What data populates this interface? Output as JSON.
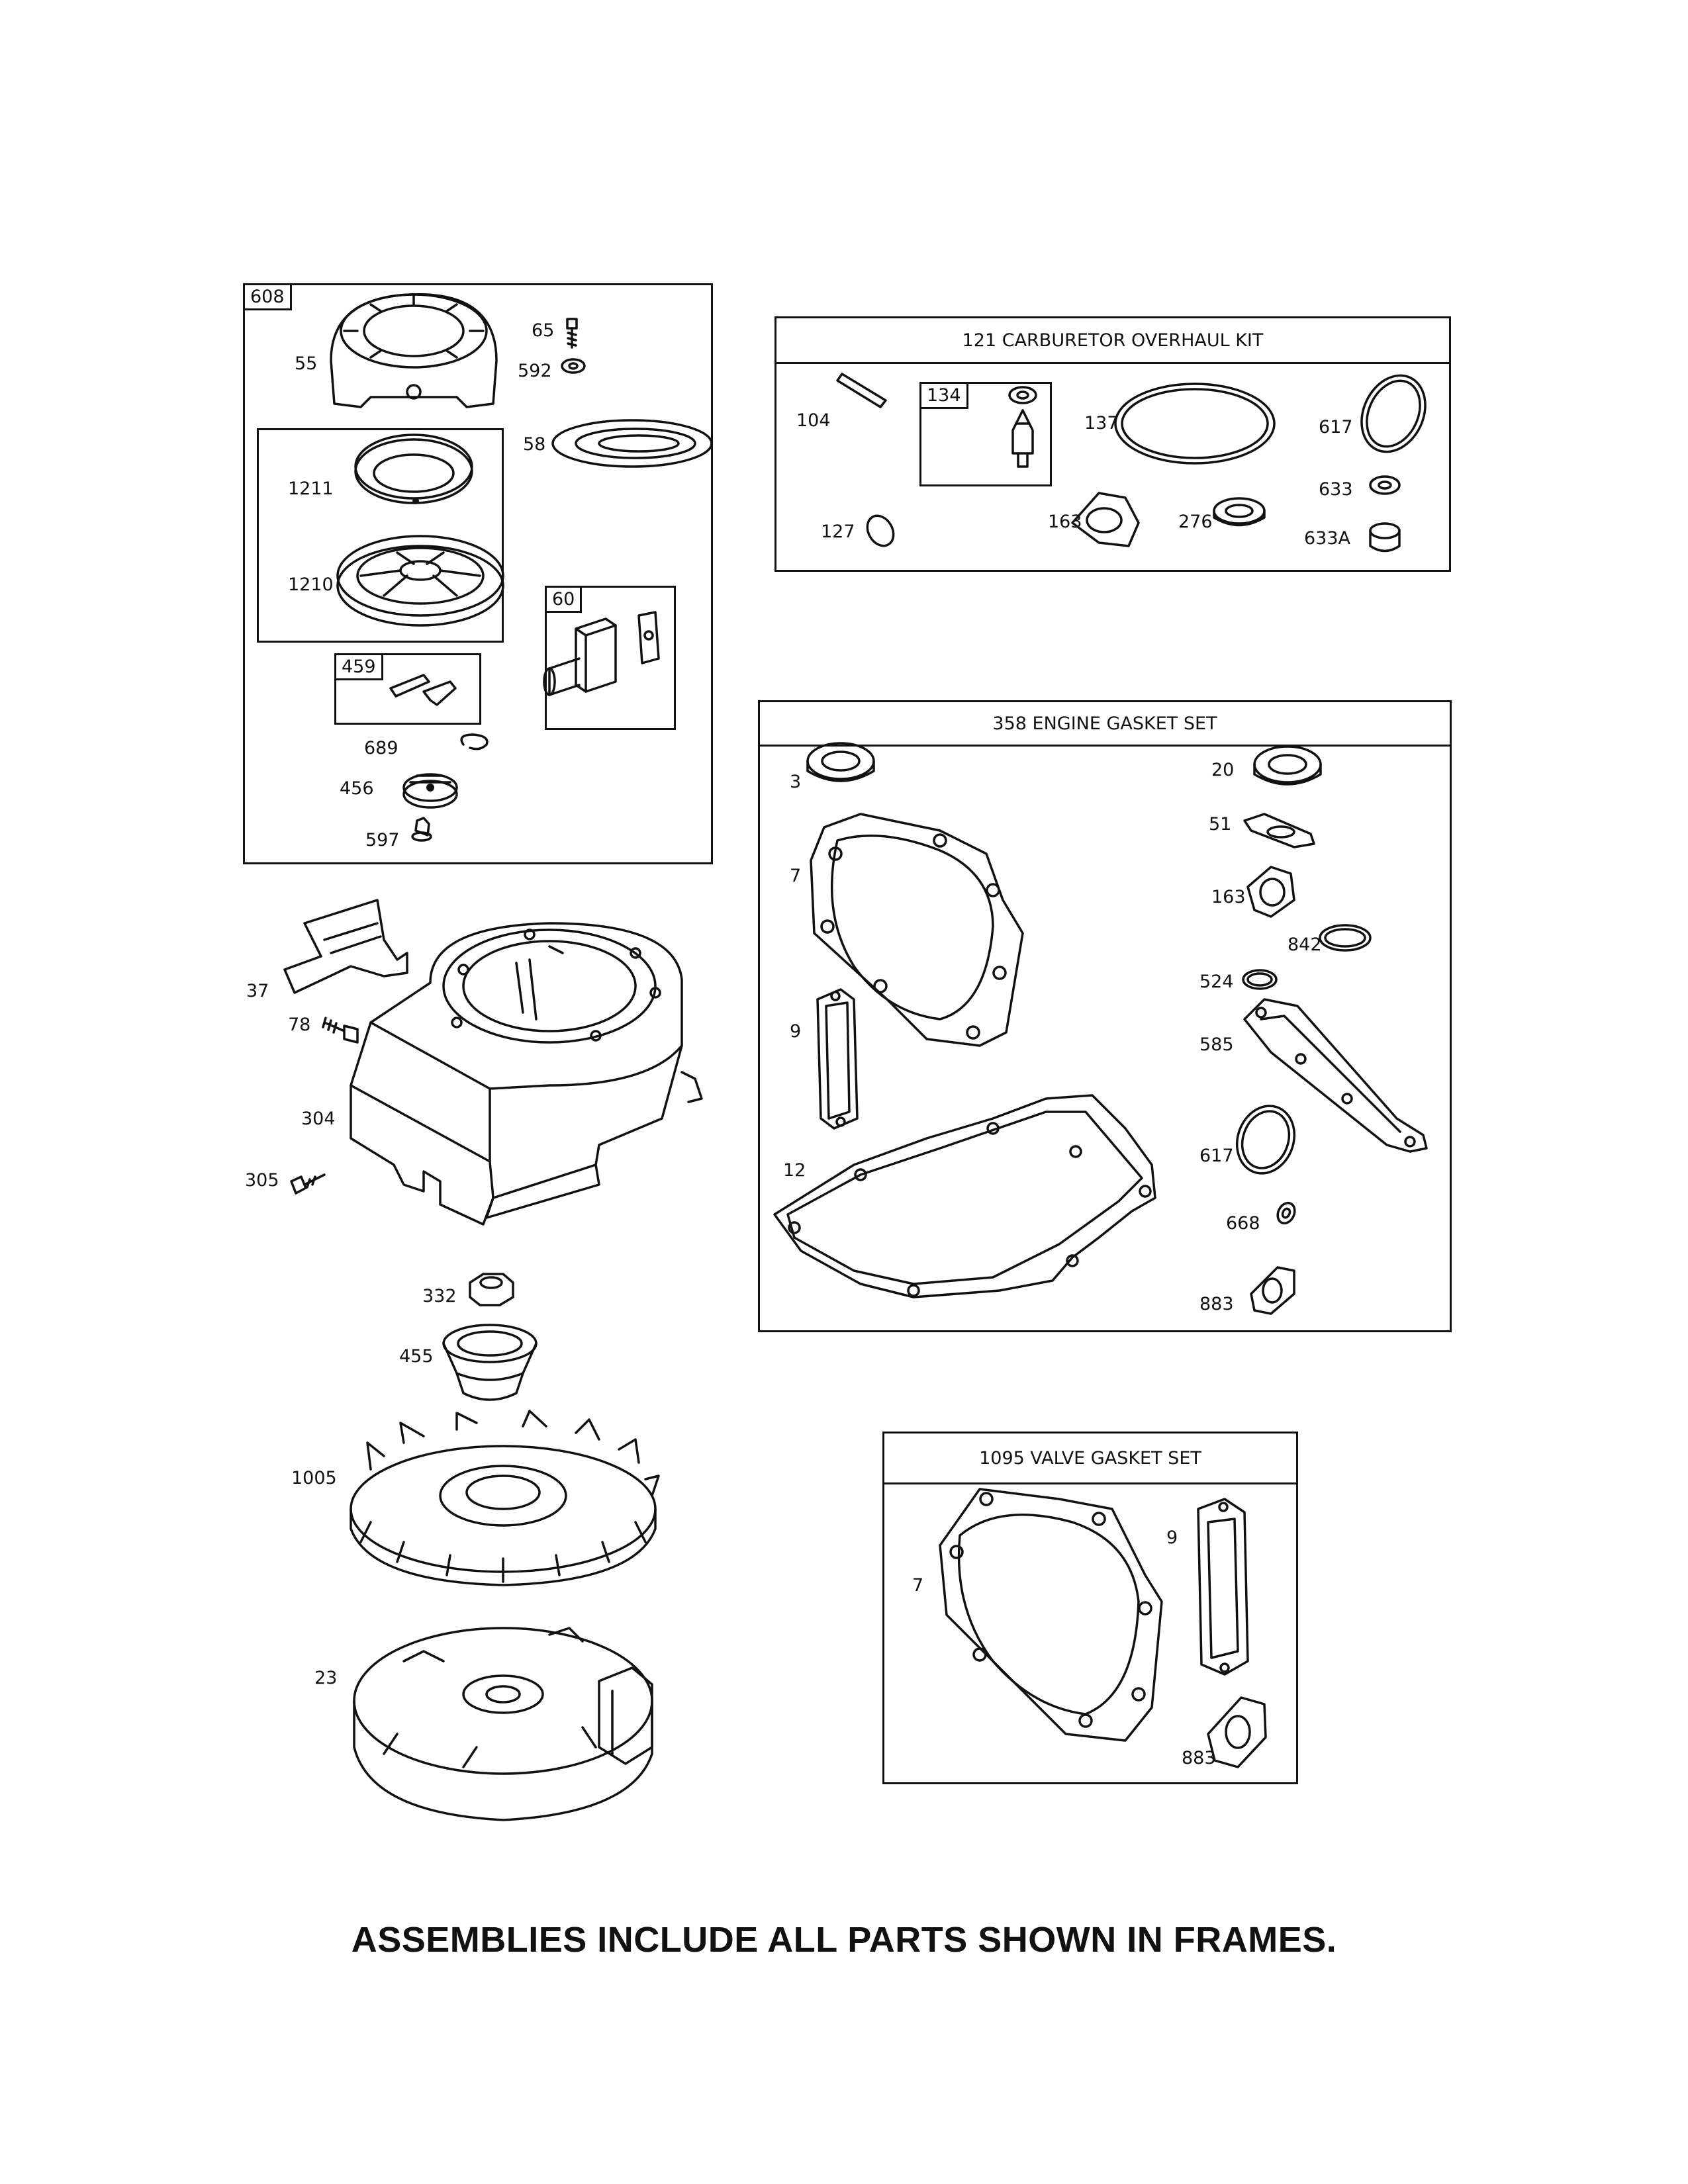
{
  "footer_note": "ASSEMBLIES INCLUDE ALL PARTS SHOWN IN FRAMES.",
  "frames": {
    "recoil_assembly": "608",
    "pulley_frame": "",
    "pawl_kit": "459",
    "handle": "60",
    "needle_valve": "134"
  },
  "kits": {
    "carburetor": "121 CARBURETOR OVERHAUL KIT",
    "engine_gasket": "358 ENGINE GASKET SET",
    "valve_gasket": "1095 VALVE GASKET SET"
  },
  "labels": {
    "starter": [
      "55",
      "65",
      "592",
      "58",
      "1211",
      "1210",
      "689",
      "456",
      "597"
    ],
    "blower": [
      "37",
      "78",
      "304",
      "305",
      "332",
      "455",
      "1005",
      "23"
    ],
    "carb": [
      "104",
      "137",
      "617",
      "633",
      "633A",
      "127",
      "163",
      "276"
    ],
    "gasket": [
      "3",
      "20",
      "51",
      "7",
      "163",
      "842",
      "524",
      "585",
      "9",
      "617",
      "12",
      "668",
      "883"
    ],
    "valve": [
      "7",
      "9",
      "883"
    ]
  }
}
